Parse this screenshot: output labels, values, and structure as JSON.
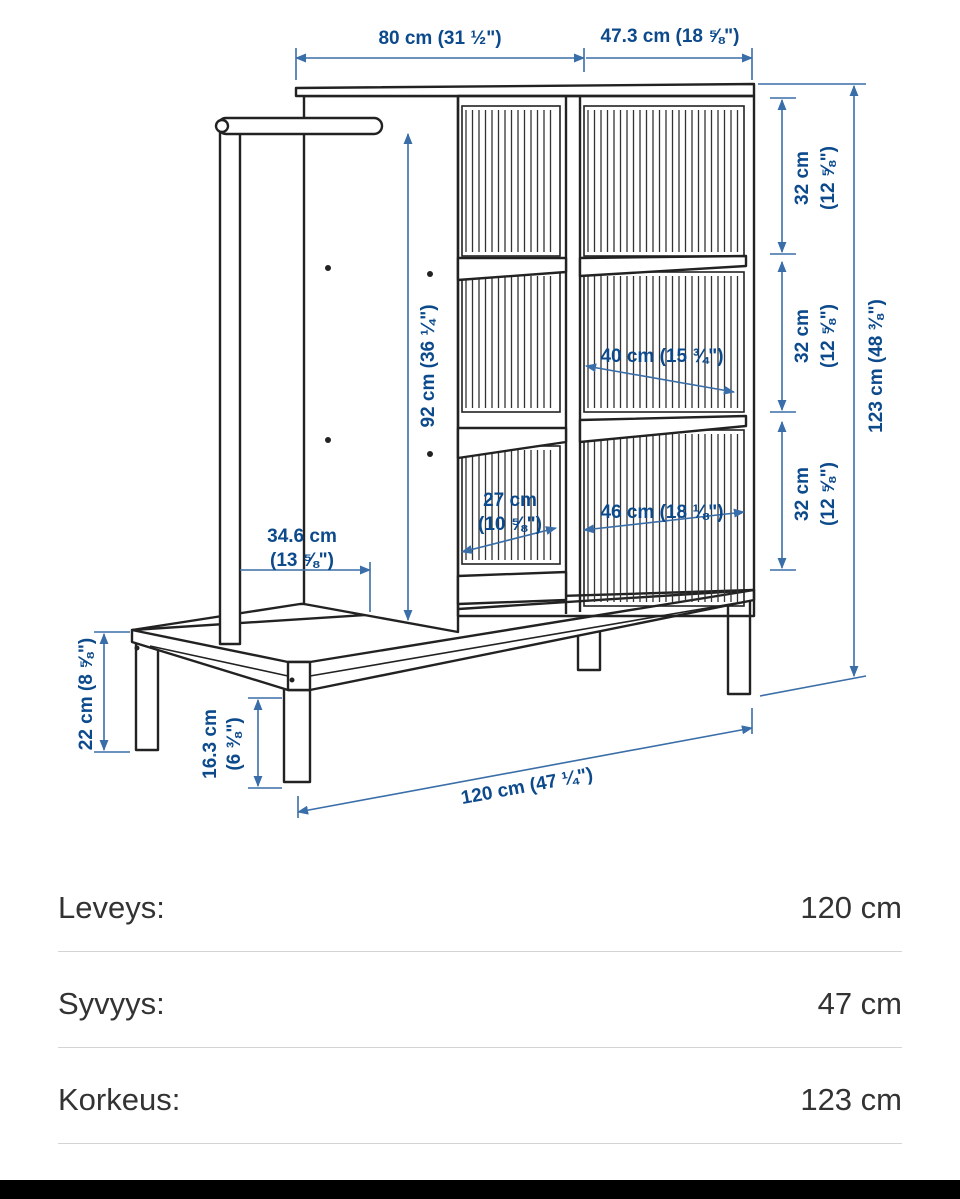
{
  "diagram": {
    "dims": {
      "top_width": "80 cm (31 ½\")",
      "top_depth": "47.3 cm (18 ⅝\")",
      "shelf1_a": "32 cm",
      "shelf1_b": "(12 ⅝\")",
      "shelf2_a": "32 cm",
      "shelf2_b": "(12 ⅝\")",
      "shelf3_a": "32 cm",
      "shelf3_b": "(12 ⅝\")",
      "total_height": "123 cm (48 ⅜\")",
      "inner_height": "92 cm (36 ¼\")",
      "inner_width_upper": "40 cm (15 ¾\")",
      "inner_width_lower": "46 cm (18 ⅛\")",
      "open_width_a": "27 cm",
      "open_width_b": "(10 ⅝\")",
      "bench_depth_a": "34.6 cm",
      "bench_depth_b": "(13 ⅝\")",
      "bench_height": "22 cm (8 ⅝\")",
      "leg_height_a": "16.3 cm",
      "leg_height_b": "(6 ⅜\")",
      "total_width": "120 cm (47 ¼\")"
    }
  },
  "specs": [
    {
      "label": "Leveys:",
      "value": "120 cm"
    },
    {
      "label": "Syvyys:",
      "value": "47 cm"
    },
    {
      "label": "Korkeus:",
      "value": "123 cm"
    }
  ]
}
